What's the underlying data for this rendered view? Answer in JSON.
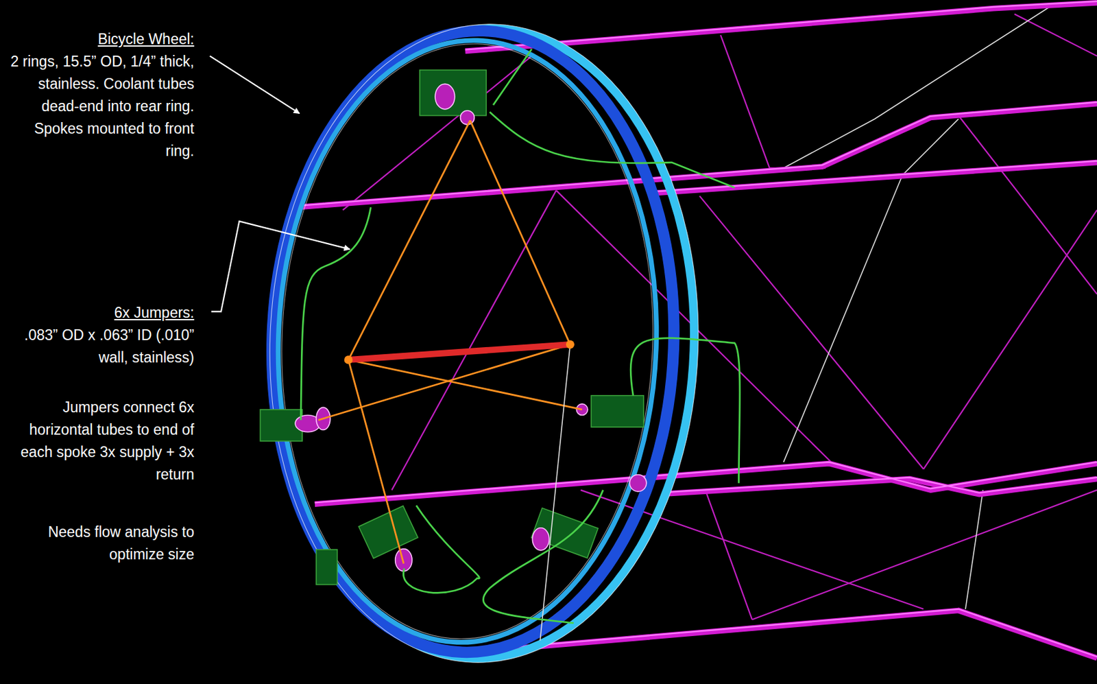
{
  "diagram": {
    "labels": [
      "Bicycle Wheel:",
      "2 rings, 15.5” OD, 1/4” thick, stainless. Coolant tubes dead-end into rear ring. Spokes mounted to front ring.",
      "6x Jumpers:",
      ".083” OD x .063” ID (.010” wall, stainless)",
      "Jumpers connect 6x horizontal tubes to end of each spoke 3x supply + 3x return",
      "Needs flow analysis to optimize size"
    ]
  }
}
